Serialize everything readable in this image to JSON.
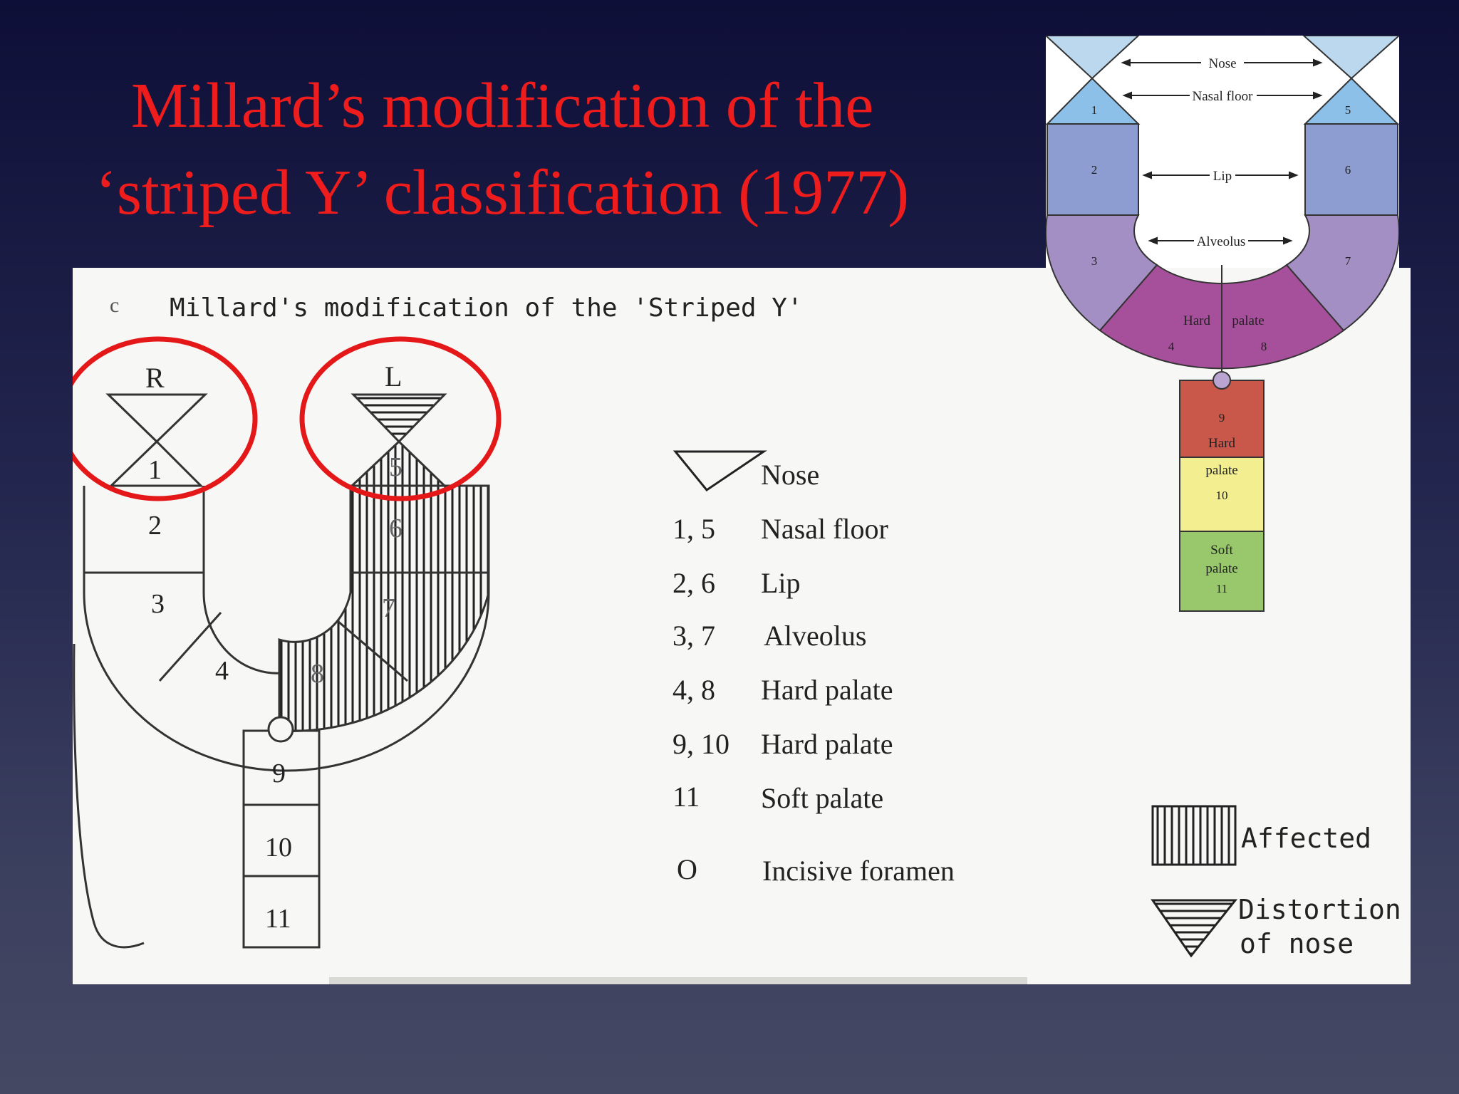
{
  "slide": {
    "title_line1": "Millard’s modification of the",
    "title_line2": "‘striped Y’ classification (1977)"
  },
  "scan": {
    "caption": "Millard's modification of the 'Striped Y'",
    "caption_prefix": "c",
    "side_right": "R",
    "side_left": "L",
    "segments": [
      "1",
      "2",
      "3",
      "4",
      "5",
      "6",
      "7",
      "8",
      "9",
      "10",
      "11"
    ],
    "legend": [
      {
        "code": "",
        "label": "Nose"
      },
      {
        "code": "1, 5",
        "label": "Nasal floor"
      },
      {
        "code": "2, 6",
        "label": "Lip"
      },
      {
        "code": "3, 7",
        "label": "Alveolus"
      },
      {
        "code": "4, 8",
        "label": "Hard palate"
      },
      {
        "code": "9, 10",
        "label": "Hard palate"
      },
      {
        "code": "11",
        "label": "Soft palate"
      },
      {
        "code": "O",
        "label": "Incisive foramen"
      }
    ],
    "key_affected": "Affected",
    "key_distortion_line1": "Distortion",
    "key_distortion_line2": "of nose"
  },
  "inset": {
    "labels": {
      "nose": "Nose",
      "nasal_floor": "Nasal floor",
      "lip": "Lip",
      "alveolus": "Alveolus",
      "hard": "Hard",
      "palate": "palate",
      "soft": "Soft"
    },
    "numbers": [
      "1",
      "2",
      "3",
      "4",
      "5",
      "6",
      "7",
      "8",
      "9",
      "10",
      "11"
    ],
    "colors": {
      "nose": "#bcd8ee",
      "nasal_floor": "#8cc0e8",
      "lip": "#8d9dd2",
      "alveolus": "#a48fc4",
      "hard_palate_primary": "#a64f9a",
      "hard_palate_secondary": "#c9574a",
      "hard_palate_10": "#f3ef90",
      "soft_palate": "#98c76c"
    }
  }
}
